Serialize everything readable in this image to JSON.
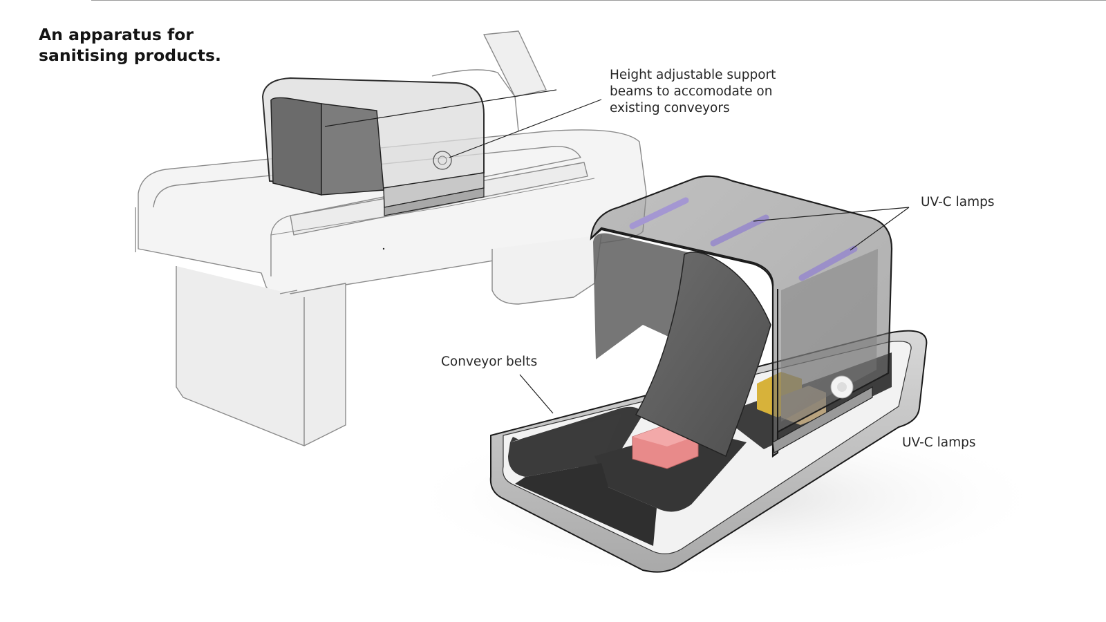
{
  "title": {
    "line1": "An apparatus for",
    "line2": "sanitising products."
  },
  "callouts": {
    "height_adjustable": {
      "line1": "Height adjustable support",
      "line2": "beams to accomodate on",
      "line3": "existing conveyors"
    },
    "uvc_lamps_top": "UV-C lamps",
    "conveyor_belts": "Conveyor belts",
    "uvc_lamps_bottom": "UV-C lamps"
  },
  "colors": {
    "sketch_line": "#8a8a8a",
    "enclosure_dark": "#5a5a5a",
    "belt_dark": "#383838",
    "tray_grey": "#bdbdbd",
    "uvc_lamp": "#9b8fc9",
    "product_pink": "#e88a8a",
    "product_yellow": "#d7b23a",
    "product_tan": "#b9a37e"
  }
}
